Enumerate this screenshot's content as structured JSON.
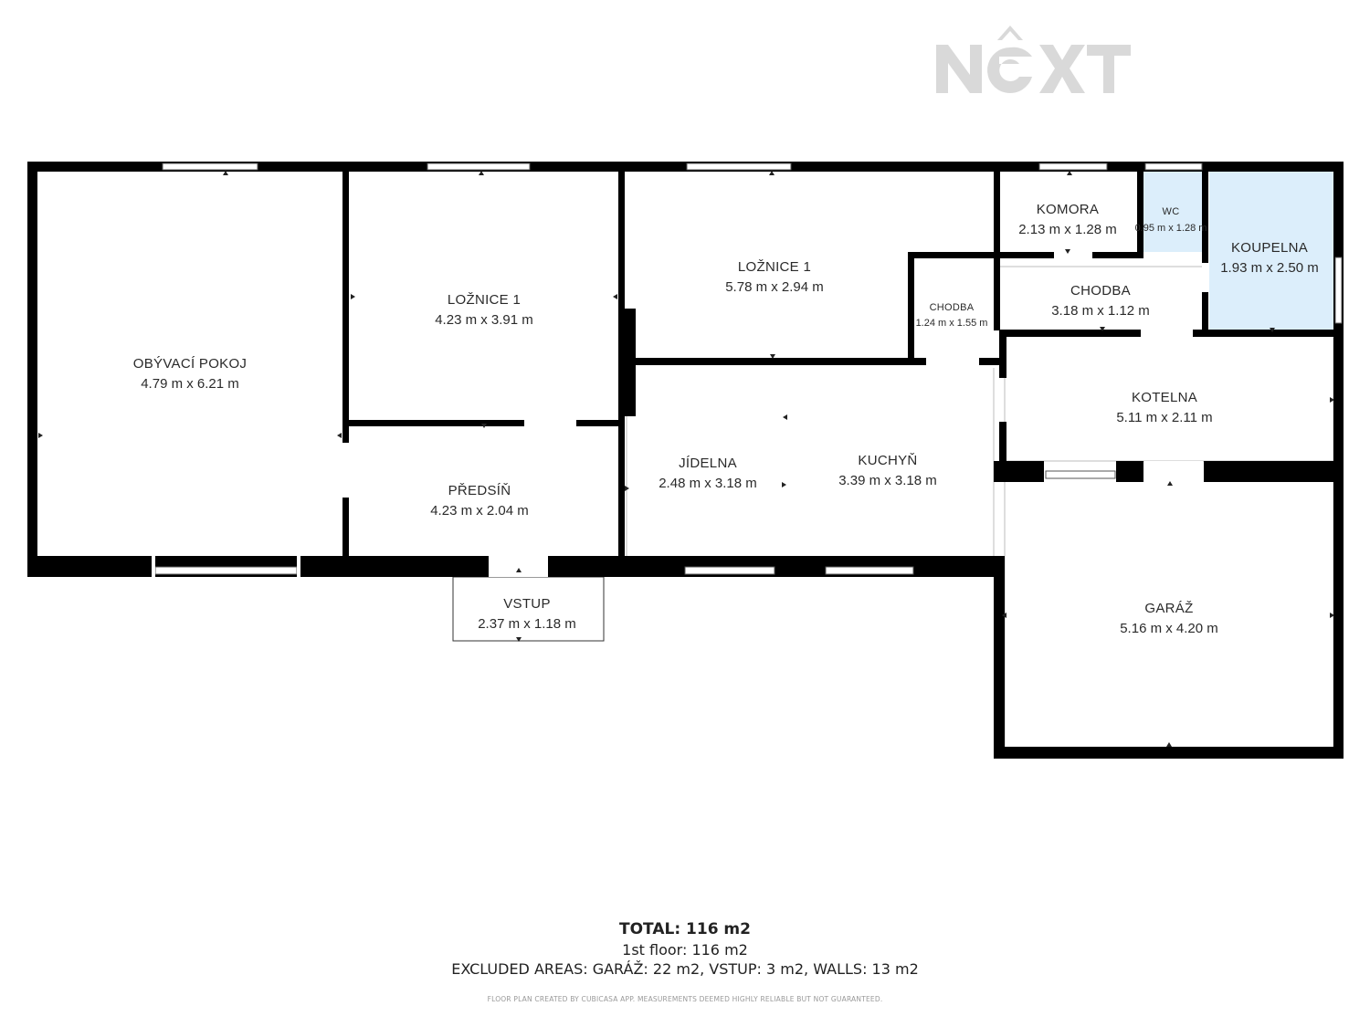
{
  "brand": {
    "logo_text": "NEXT",
    "logo_color": "#d9d9d9"
  },
  "colors": {
    "wall": "#000000",
    "bathroom_fill": "#dceefb",
    "window": "#ffffff"
  },
  "rooms": {
    "obyvaci": {
      "name": "OBÝVACÍ POKOJ",
      "dims": "4.79 m x 6.21 m"
    },
    "loznice_a": {
      "name": "LOŽNICE 1",
      "dims": "4.23 m x 3.91 m"
    },
    "loznice_b": {
      "name": "LOŽNICE 1",
      "dims": "5.78 m x 2.94 m"
    },
    "komora": {
      "name": "KOMORA",
      "dims": "2.13 m x 1.28 m"
    },
    "wc": {
      "name": "WC",
      "dims": "0.95 m x 1.28 m"
    },
    "koupelna": {
      "name": "KOUPELNA",
      "dims": "1.93 m x 2.50 m"
    },
    "chodba_small": {
      "name": "CHODBA",
      "dims": "1.24 m x 1.55 m"
    },
    "chodba": {
      "name": "CHODBA",
      "dims": "3.18 m x 1.12 m"
    },
    "kotelna": {
      "name": "KOTELNA",
      "dims": "5.11 m x 2.11 m"
    },
    "predsin": {
      "name": "PŘEDSÍŇ",
      "dims": "4.23 m x 2.04 m"
    },
    "jidelna": {
      "name": "JÍDELNA",
      "dims": "2.48 m x 3.18 m"
    },
    "kuchyn": {
      "name": "KUCHYŇ",
      "dims": "3.39 m x 3.18 m"
    },
    "garaz": {
      "name": "GARÁŽ",
      "dims": "5.16 m x 4.20 m"
    },
    "vstup": {
      "name": "VSTUP",
      "dims": "2.37 m x 1.18 m"
    }
  },
  "summary": {
    "total": "TOTAL: 116 m2",
    "floor": "1st floor: 116 m2",
    "excluded": "EXCLUDED AREAS: GARÁŽ: 22 m2, VSTUP: 3 m2, WALLS: 13 m2",
    "disclaimer": "FLOOR PLAN CREATED BY CUBICASA APP. MEASUREMENTS DEEMED HIGHLY RELIABLE BUT NOT GUARANTEED."
  }
}
